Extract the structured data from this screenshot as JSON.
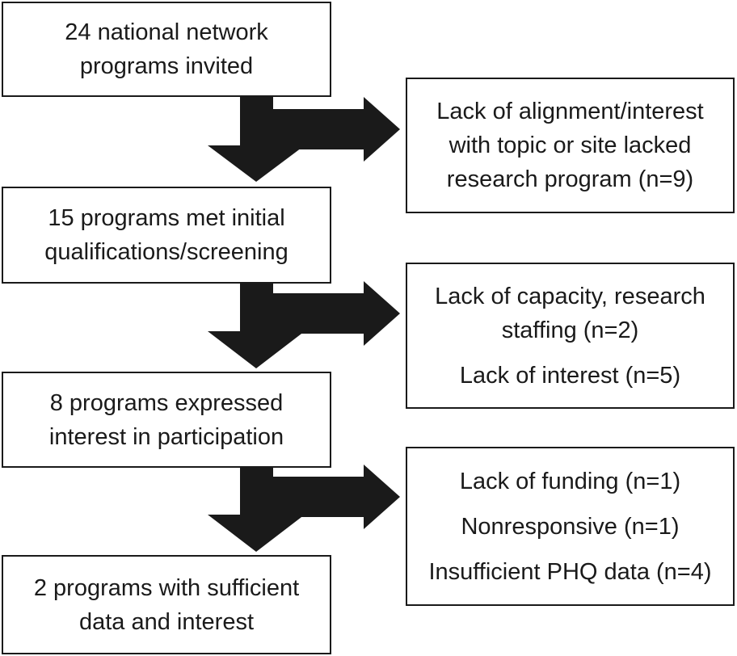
{
  "stages": [
    {
      "lines": [
        "24 national network",
        "programs invited"
      ]
    },
    {
      "lines": [
        "15 programs met initial",
        "qualifications/screening"
      ]
    },
    {
      "lines": [
        "8 programs expressed",
        "interest in participation"
      ]
    },
    {
      "lines": [
        "2 programs with sufficient",
        "data and interest"
      ]
    }
  ],
  "exclusions": [
    {
      "lines": [
        "Lack of alignment/interest",
        "with topic or site lacked",
        "research program (n=9)"
      ]
    },
    {
      "items": [
        {
          "lines": [
            "Lack of capacity, research",
            "staffing (n=2)"
          ]
        },
        {
          "lines": [
            "Lack of interest (n=5)"
          ]
        }
      ]
    },
    {
      "items": [
        {
          "lines": [
            "Lack of funding (n=1)"
          ]
        },
        {
          "lines": [
            "Nonresponsive (n=1)"
          ]
        },
        {
          "lines": [
            "Insufficient PHQ data (n=4)"
          ]
        }
      ]
    }
  ],
  "colors": {
    "arrow": "#1a1a1a",
    "border": "#1a1a1a",
    "background": "#ffffff"
  }
}
